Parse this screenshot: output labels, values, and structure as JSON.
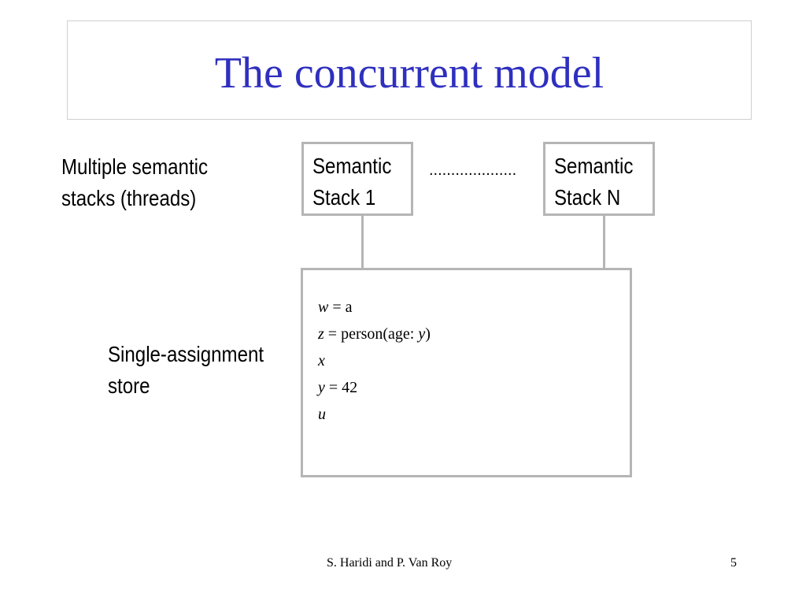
{
  "slide": {
    "title": "The concurrent model",
    "left_label_1": {
      "line1": "Multiple semantic",
      "line2": "stacks (threads)"
    },
    "left_label_2": {
      "line1": "Single-assignment",
      "line2": "store"
    },
    "stack_1": {
      "line1": "Semantic",
      "line2": "Stack 1"
    },
    "stack_n": {
      "line1": "Semantic",
      "line2": "Stack N"
    },
    "ellipsis": "....................",
    "store": {
      "line1": {
        "var": "w",
        "rest": " = a"
      },
      "line2": {
        "var": "z",
        "mid": " = person(age: ",
        "var2": "y",
        "end": ")"
      },
      "line3": {
        "var": "x"
      },
      "line4": {
        "var": "y",
        "rest": " = 42"
      },
      "line5": {
        "var": "u"
      }
    }
  },
  "footer": {
    "authors": "S. Haridi and P. Van Roy",
    "page": "5"
  }
}
